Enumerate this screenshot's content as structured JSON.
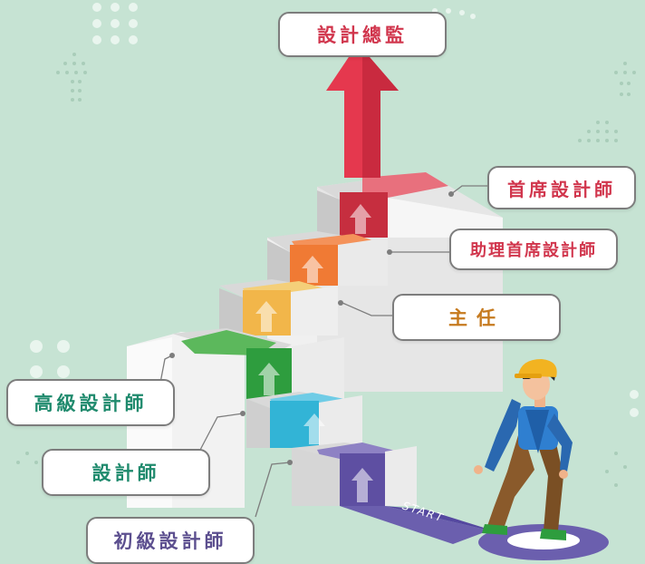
{
  "colors": {
    "background": "#c6e3d3",
    "label_text_red": "#d1364d",
    "label_text_orange": "#c67a1e",
    "label_text_teal": "#1f8a6d",
    "label_text_purple": "#5c4f8f"
  },
  "labels": {
    "director": "設計總監",
    "chief_designer": "首席設計師",
    "assistant_chief_designer": "助理首席設計師",
    "supervisor": "主任",
    "senior_designer": "高級設計師",
    "designer": "設計師",
    "junior_designer": "初級設計師"
  },
  "start_text": "START",
  "icons": [
    "red-arrow-up-icon",
    "arrow-up-icon",
    "person-icon",
    "dot-pattern-icon"
  ]
}
